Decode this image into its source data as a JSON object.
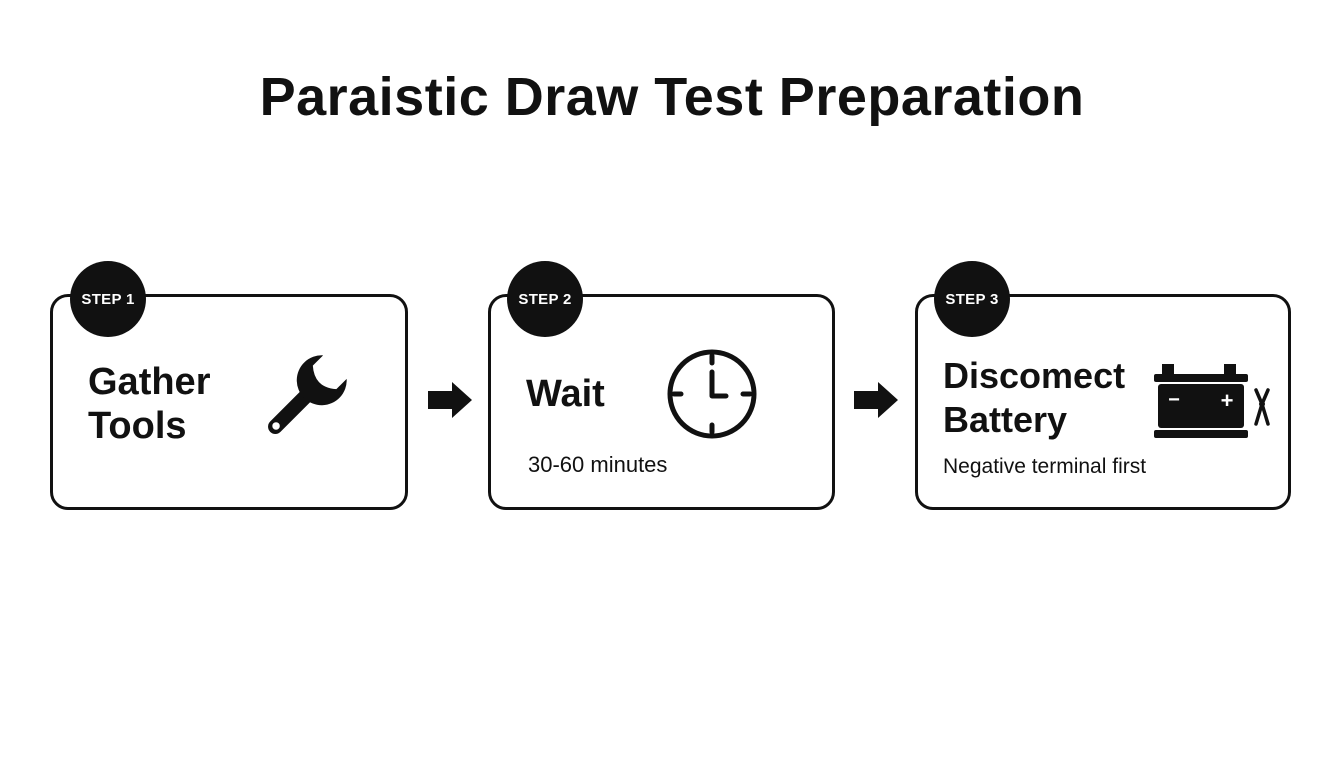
{
  "title": "Paraistic Draw Test Preparation",
  "steps": [
    {
      "badge": "STEP 1",
      "heading": "Gather\nTools",
      "subtitle": "",
      "icon": "wrench-icon"
    },
    {
      "badge": "STEP 2",
      "heading": "Wait",
      "subtitle": "30-60 minutes",
      "icon": "clock-icon"
    },
    {
      "badge": "STEP 3",
      "heading": "Discomect\nBattery",
      "subtitle": "Negative terminal first",
      "icon": "battery-icon",
      "icon_labels": {
        "minus": "−",
        "plus": "+"
      }
    }
  ],
  "connectors": [
    "right-arrow-icon",
    "right-arrow-icon"
  ],
  "colors": {
    "ink": "#111111",
    "background": "#ffffff"
  }
}
